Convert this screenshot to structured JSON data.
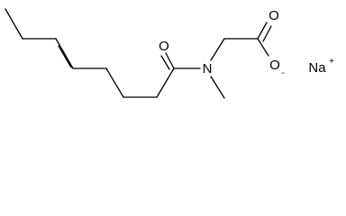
{
  "molecule": {
    "atoms": {
      "carbonyl_oxygen": "O",
      "amide_nitrogen": "N",
      "carboxylate_oxygen_double": "O",
      "carboxylate_oxygen_single": "O",
      "carboxylate_charge": "-",
      "counter_ion": "Na",
      "counter_ion_charge": "+"
    }
  }
}
